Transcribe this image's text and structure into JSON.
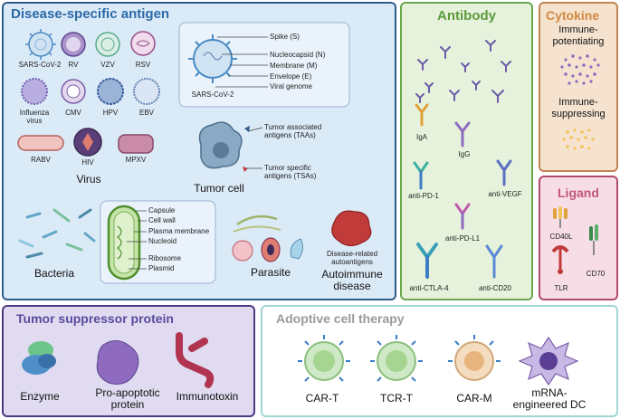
{
  "disease_antigen": {
    "title": "Disease-specific antigen",
    "viruses": [
      "SARS-CoV-2",
      "RV",
      "VZV",
      "RSV",
      "Influenza virus",
      "CMV",
      "HPV",
      "EBV",
      "RABV",
      "HIV",
      "MPXV"
    ],
    "virus_label": "Virus",
    "sars_detail": {
      "name": "SARS-CoV-2",
      "parts": [
        "Spike (S)",
        "Nucleocapsid (N)",
        "Membrane (M)",
        "Envelope (E)",
        "Viral genome"
      ]
    },
    "tumor": {
      "label": "Tumor cell",
      "taa": "Tumor associated antigens (TAAs)",
      "tsa": "Tumor specific antigens (TSAs)"
    },
    "bacteria": {
      "label": "Bacteria",
      "parts": [
        "Capsule",
        "Cell wall",
        "Plasma membrane",
        "Nucleoid",
        "Ribosome",
        "Plasmid"
      ]
    },
    "parasite_label": "Parasite",
    "autoimmune": {
      "label": "Autoimmune disease",
      "sub": "Disease-related autoantigens"
    }
  },
  "antibody": {
    "title": "Antibody",
    "items": [
      "IgA",
      "IgG",
      "anti-PD-1",
      "anti-VEGF",
      "anti-PD-L1",
      "anti-CTLA-4",
      "anti-CD20"
    ]
  },
  "cytokine": {
    "title": "Cytokine",
    "items": [
      "Immune-potentiating",
      "Immune-suppressing"
    ]
  },
  "ligand": {
    "title": "Ligand",
    "items": [
      "CD40L",
      "TLR",
      "CD70"
    ]
  },
  "tumor_suppressor": {
    "title": "Tumor suppressor protein",
    "items": [
      "Enzyme",
      "Pro-apoptotic protein",
      "Immunotoxin"
    ]
  },
  "adoptive": {
    "title": "Adoptive cell therapy",
    "items": [
      "CAR-T",
      "TCR-T",
      "CAR-M",
      "mRNA-engineered DC"
    ]
  },
  "colors": {
    "disease_border": "#2f5d8a",
    "disease_bg": "#dbeaf7",
    "disease_title": "#2c6aa8",
    "antibody_border": "#6aa84f",
    "antibody_bg": "#e7f2dc",
    "antibody_title": "#5b9b3c",
    "cytokine_border": "#c08550",
    "cytokine_bg": "#f6e3cf",
    "cytokine_title": "#d0893f",
    "ligand_border": "#b04a6a",
    "ligand_bg": "#f6dde6",
    "ligand_title": "#c2557d",
    "tsp_border": "#4b3a82",
    "tsp_bg": "#e0dbf0",
    "tsp_title": "#5a4a9e",
    "act_border": "#9fd6d2",
    "act_bg": "#ffffff",
    "act_title": "#9a9a9a"
  }
}
